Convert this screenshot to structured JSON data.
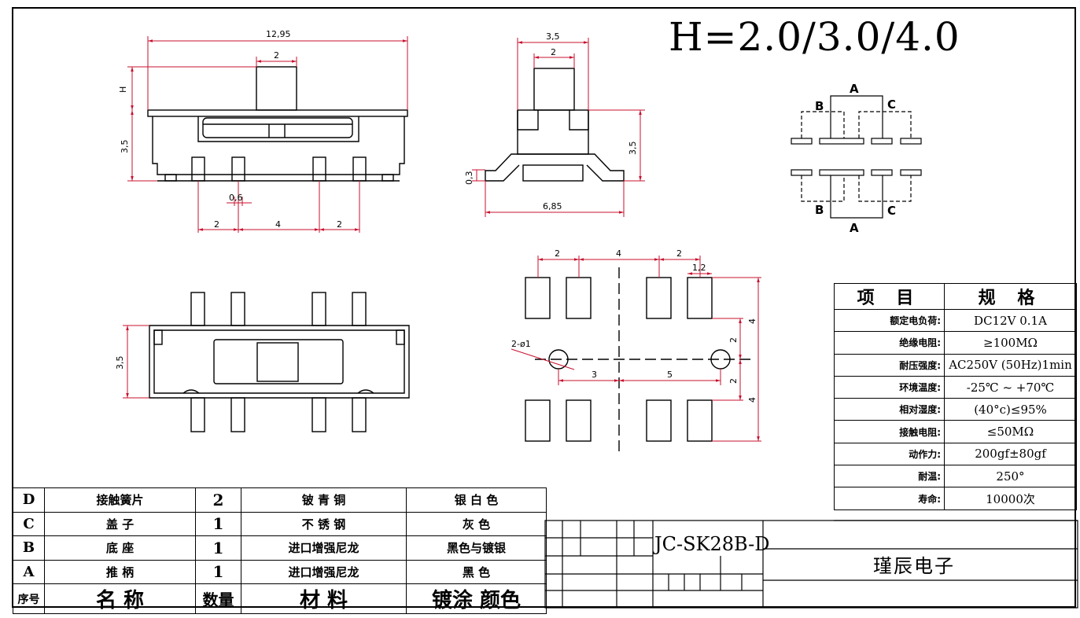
{
  "title": "H=2.0/3.0/4.0",
  "dimensions": {
    "front_width": "12,95",
    "actuator_width": "2",
    "height_label": "H",
    "body_height": "3,5",
    "pin_width": "0,6",
    "pitch_left": "2",
    "pitch_mid": "4",
    "pitch_right": "2",
    "side_width": "3,5",
    "side_actuator": "2",
    "side_height": "3,5",
    "standoff": "0,3",
    "side_span": "6,85",
    "top_height": "3,5",
    "pad_pitch_a": "2",
    "pad_pitch_b": "4",
    "pad_pitch_c": "2",
    "pad_width": "1,2",
    "hole_label": "2-ø1",
    "hole_left": "3",
    "hole_right": "5",
    "pad_v_top": "4",
    "pad_v_mid1": "2",
    "pad_v_mid2": "2",
    "pad_v_bottom": "4"
  },
  "schematic": {
    "top_a": "A",
    "top_b": "B",
    "top_c": "C",
    "bottom_a": "A",
    "bottom_b": "B",
    "bottom_c": "C"
  },
  "specs": {
    "header_item": "项 目",
    "header_spec": "规 格",
    "rows": [
      {
        "key": "额定电负荷:",
        "value": "DC12V 0.1A"
      },
      {
        "key": "绝缘电阻:",
        "value": "≥100MΩ"
      },
      {
        "key": "耐压强度:",
        "value": "AC250V (50Hz)1min"
      },
      {
        "key": "环境温度:",
        "value": "-25℃ ~ +70℃"
      },
      {
        "key": "相对湿度:",
        "value": "(40°c)≤95%"
      },
      {
        "key": "接触电阻:",
        "value": "≤50MΩ"
      },
      {
        "key": "动作力:",
        "value": "200gf±80gf"
      },
      {
        "key": "耐温:",
        "value": "250°"
      },
      {
        "key": "寿命:",
        "value": "10000次"
      }
    ]
  },
  "bom": {
    "rows": [
      {
        "id": "D",
        "name": "接触簧片",
        "qty": "2",
        "material": "铍 青 铜",
        "finish": "银 白 色"
      },
      {
        "id": "C",
        "name": "盖 子",
        "qty": "1",
        "material": "不 锈 钢",
        "finish": "灰 色"
      },
      {
        "id": "B",
        "name": "底 座",
        "qty": "1",
        "material": "进口增强尼龙",
        "finish": "黑色与镀银"
      },
      {
        "id": "A",
        "name": "推 柄",
        "qty": "1",
        "material": "进口增强尼龙",
        "finish": "黑 色"
      }
    ],
    "header": {
      "id": "序号",
      "name": "名 称",
      "qty": "数量",
      "material": "材 料",
      "finish": "镀涂 颜色"
    }
  },
  "title_block": {
    "part_number": "JC-SK28B-D",
    "company": "瑾辰电子"
  }
}
